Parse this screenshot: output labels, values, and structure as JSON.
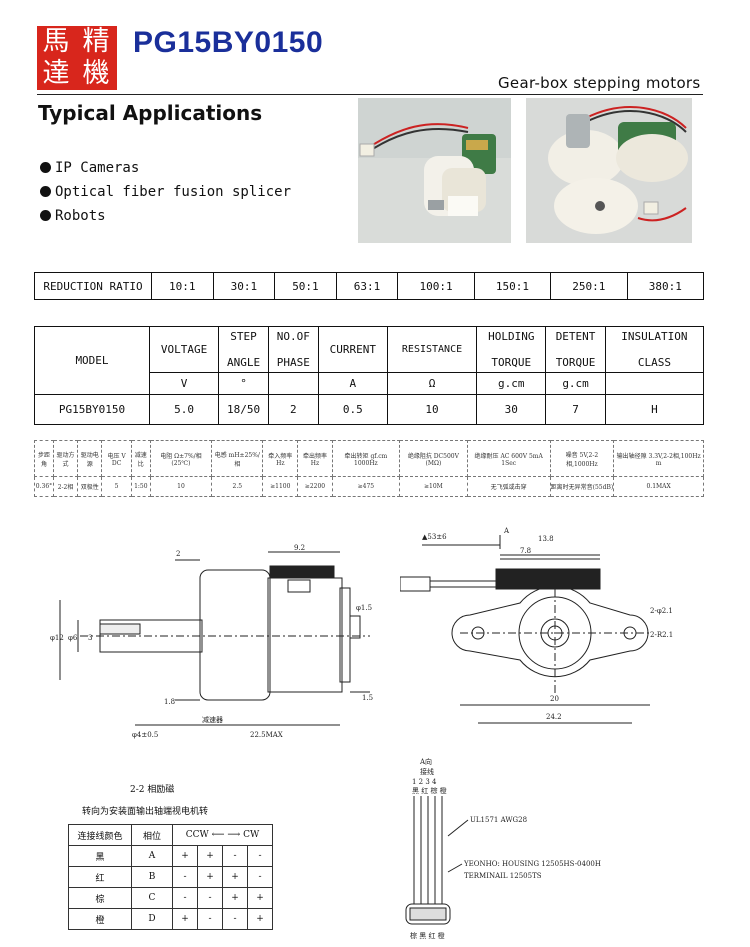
{
  "header": {
    "logo_chars": [
      "馬",
      "精",
      "達",
      "機"
    ],
    "model": "PG15BY0150",
    "subtitle": "Gear-box stepping motors"
  },
  "applications": {
    "title": "Typical Applications",
    "items": [
      "IP Cameras",
      "Optical fiber fusion splicer",
      "Robots"
    ]
  },
  "ratio_table": {
    "label": "REDUCTION RATIO",
    "values": [
      "10:1",
      "30:1",
      "50:1",
      "63:1",
      "100:1",
      "150:1",
      "250:1",
      "380:1"
    ]
  },
  "spec_table": {
    "model_header": "MODEL",
    "headers": [
      [
        "VOLTAGE"
      ],
      [
        "STEP",
        "ANGLE"
      ],
      [
        "NO.OF",
        "PHASE"
      ],
      [
        "CURRENT"
      ],
      [
        "RESISTANCE"
      ],
      [
        "HOLDING",
        "TORQUE"
      ],
      [
        "DETENT",
        "TORQUE"
      ],
      [
        "INSULATION",
        "CLASS"
      ]
    ],
    "units": [
      "V",
      "°",
      "",
      "A",
      "Ω",
      "g.cm",
      "g.cm",
      ""
    ],
    "row_model": "PG15BY0150",
    "row_values": [
      "5.0",
      "18/50",
      "2",
      "0.5",
      "10",
      "30",
      "7",
      "H"
    ]
  },
  "cn_table": {
    "headers": [
      "步距角",
      "驱动方式",
      "驱动电源",
      "电压 V DC",
      "减速比",
      "电阻 Ω±7%/相 (25℃)",
      "电感 mH±25%/相",
      "牵入频率 Hz",
      "牵出频率 Hz",
      "牵出转矩 gf.cm 1000Hz",
      "绝缘阻抗 DC500V (MΩ)",
      "绝缘耐压 AC 600V 5mA 1Sec",
      "噪音 5V,2-2相,1000Hz",
      "输出轴径隙 3.3V,2-2相,100Hz m"
    ],
    "values": [
      "0.36°",
      "2-2相",
      "双极性",
      "5",
      "1:50",
      "10",
      "2.5",
      "≥1100",
      "≥2200",
      "≥475",
      "≥10M",
      "无飞弧或击穿",
      "距离时无异常音(55dB)",
      "0.1MAX"
    ]
  },
  "drawing_left": {
    "dims": [
      "9.2",
      "2",
      "φ12",
      "φ6",
      "3",
      "1.8",
      "φ1.5",
      "1.5",
      "φ4±0.5",
      "22.5MAX"
    ],
    "note": "减速器"
  },
  "drawing_right": {
    "dims": [
      "▲53±6",
      "A",
      "13.8",
      "7.8",
      "2-φ2.1",
      "2-R2.1",
      "20",
      "24.2"
    ]
  },
  "wiring_table": {
    "title": "2-2 相励磁",
    "subtitle": "转向为安装面输出轴端视电机转",
    "headers": [
      "连接线颜色",
      "相位",
      "CCW ⟵ ⟶ CW"
    ],
    "rows": [
      [
        "黑",
        "A",
        "+",
        "+",
        "-",
        "-"
      ],
      [
        "红",
        "B",
        "-",
        "+",
        "+",
        "-"
      ],
      [
        "棕",
        "C",
        "-",
        "-",
        "+",
        "+"
      ],
      [
        "橙",
        "D",
        "+",
        "-",
        "-",
        "+"
      ]
    ]
  },
  "connector": {
    "title": "A向",
    "sub": "接线",
    "pins": "1 2 3 4",
    "pin_colors": "黑 红 棕 橙",
    "cable": "UL1571 AWG28",
    "housing": "YEONHO: HOUSING 12505HS-0400H",
    "terminal": "TERMINAIL 12505TS",
    "bottom": "棕 黑 红 橙"
  },
  "colors": {
    "title_blue": "#1a2f9a",
    "logo_red": "#d8261c"
  }
}
